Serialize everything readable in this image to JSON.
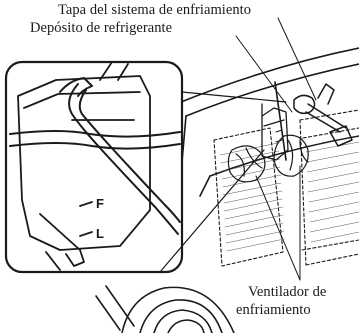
{
  "labels": {
    "cooling_cap": "Tapa del sistema de enfriamiento",
    "coolant_reservoir": "Depósito de refrigerante",
    "cooling_fan_line1": "Ventilador de",
    "cooling_fan_line2": "enfriamiento"
  },
  "reservoir_marks": {
    "full": "F",
    "low": "L"
  }
}
